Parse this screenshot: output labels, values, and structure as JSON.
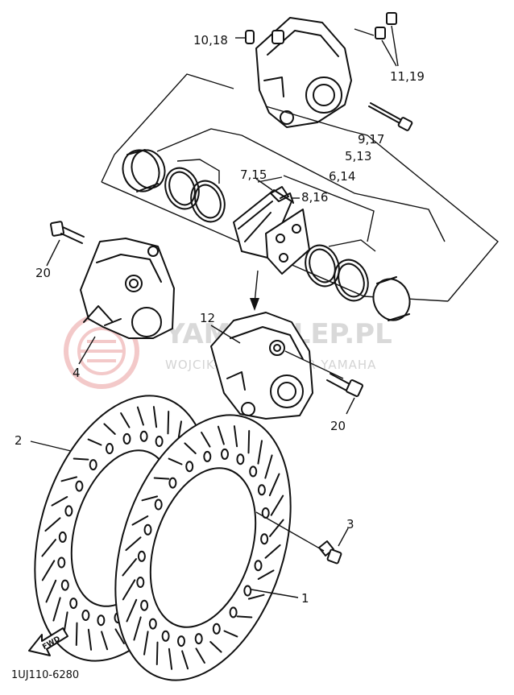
{
  "watermark": {
    "brand": "YAMASKLEP.PL",
    "tagline": "WOJCIK-MOTO DEALER YAMAHA"
  },
  "labels": {
    "caliper_bolt_top": "10,18",
    "bleed_screws": "11,19",
    "pin_bolt": "9,17",
    "piston_upper": "5,13",
    "seal_upper": "6,14",
    "pad_spring": "7,15",
    "pad_clip": "8,16",
    "mount_bolt_left": "20",
    "caliper_left": "4",
    "caliper_right": "12",
    "mount_bolt_right": "20",
    "disc_rear": "2",
    "disc_front": "1",
    "disc_bolt": "3"
  },
  "fwd_marker": "FWD",
  "diagram_code": "1UJ110-6280"
}
